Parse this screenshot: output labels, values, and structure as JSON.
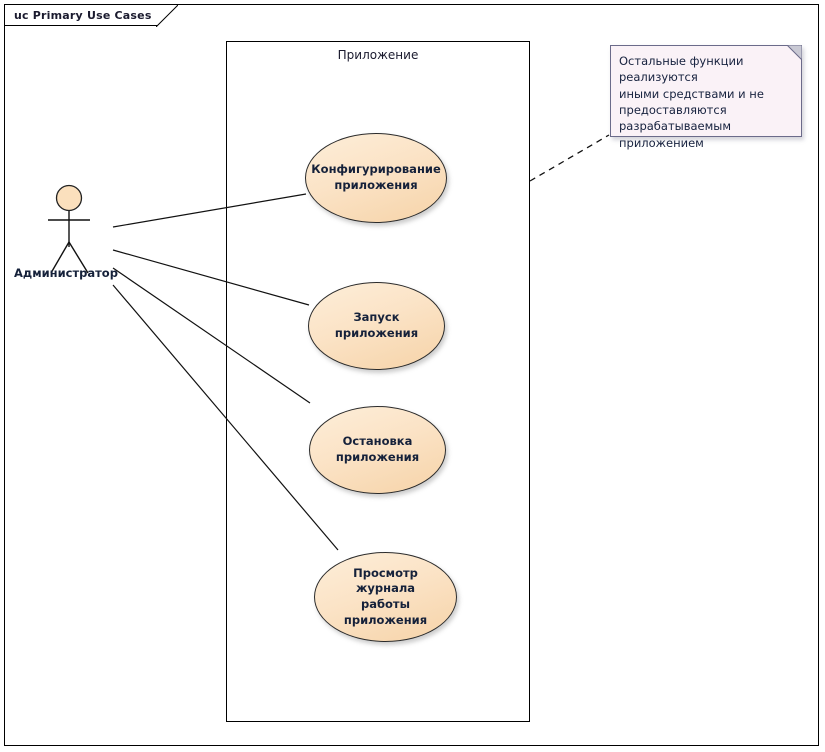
{
  "diagram": {
    "title_tab": "uc Primary Use Cases",
    "type": "uml-use-case-diagram",
    "colors": {
      "usecase_fill": "#fbe3c6",
      "usecase_fill_light": "#fdeed9",
      "usecase_fill_dark": "#f6d3a8",
      "usecase_border": "#2b2b2b",
      "note_fill": "#faf2f7",
      "note_border": "#6b6b8a",
      "text": "#15213e",
      "frame_border": "#000000",
      "actor_head_fill": "#fbe0bd",
      "line": "#000000"
    }
  },
  "system_boundary": {
    "label": "Приложение"
  },
  "actor": {
    "name": "Администратор",
    "icon": "stick-figure-actor-icon"
  },
  "use_cases": [
    {
      "id": "uc-configure",
      "label": "Конфигурирование\nприложения",
      "line1": "Конфигурирование",
      "line2": "приложения"
    },
    {
      "id": "uc-start",
      "label": "Запуск приложения",
      "line1": "Запуск приложения",
      "line2": ""
    },
    {
      "id": "uc-stop",
      "label": "Остановка\nприложения",
      "line1": "Остановка",
      "line2": "приложения"
    },
    {
      "id": "uc-view-log",
      "label": "Просмотр журнала\nработы приложения",
      "line1": "Просмотр журнала",
      "line2": "работы приложения"
    }
  ],
  "note": {
    "text": "Остальные функции реализуются иными средствами и не предоставляются разрабатываемым приложением",
    "line1": "Остальные функции реализуются",
    "line2": "иными средствами и не",
    "line3": "предоставляются",
    "line4": "разрабатываемым приложением",
    "connector": "dashed"
  },
  "associations": [
    {
      "from": "Администратор",
      "to": "Конфигурирование приложения"
    },
    {
      "from": "Администратор",
      "to": "Запуск приложения"
    },
    {
      "from": "Администратор",
      "to": "Остановка приложения"
    },
    {
      "from": "Администратор",
      "to": "Просмотр журнала работы приложения"
    }
  ]
}
